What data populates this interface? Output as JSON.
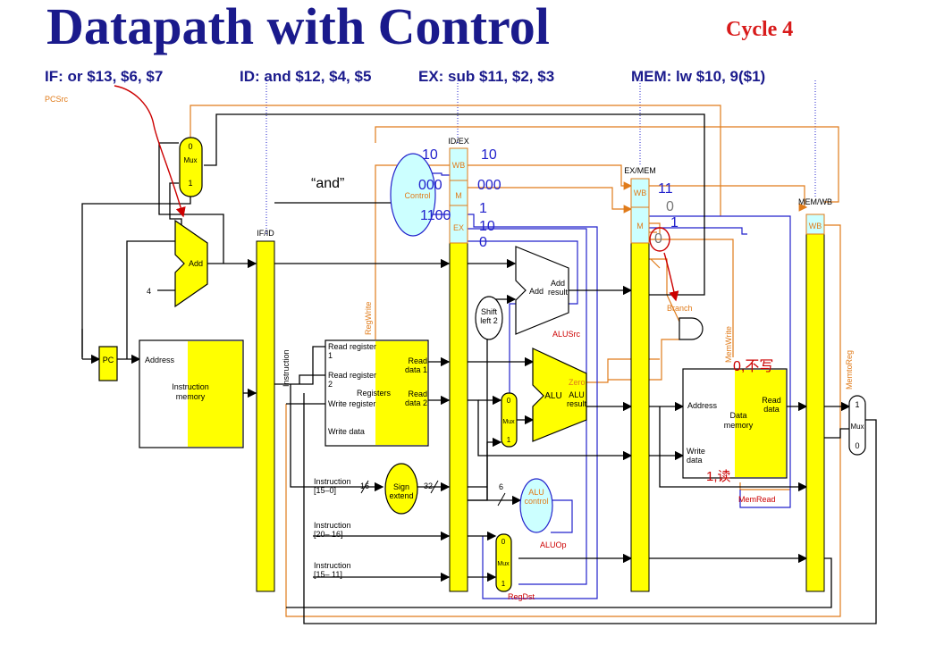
{
  "title": "Datapath with Control",
  "cycle": "Cycle 4",
  "stages": {
    "if": "IF: or $13, $6, $7",
    "id": "ID: and $12, $4, $5",
    "ex": "EX: sub $11, $2, $3",
    "mem": "MEM: lw $10, 9($1)"
  },
  "instruction_label": "“and”",
  "pipeline_registers": {
    "if_id": "IF/ID",
    "id_ex": "ID/EX",
    "ex_mem": "EX/MEM",
    "mem_wb": "MEM/WB",
    "instruction": "Instruction",
    "wb": "WB",
    "m": "M",
    "ex": "EX"
  },
  "control_values": {
    "id_in_wb": "10",
    "id_in_m": "000",
    "id_in_ex": "1100",
    "id_out_wb": "10",
    "id_out_m": "000",
    "id_out_ex_1": "1",
    "id_out_ex_2": "10",
    "id_out_ex_3": "0",
    "exmem_wb": "11",
    "exmem_m_1": "0",
    "exmem_m_2": "1",
    "exmem_m_3": "0"
  },
  "units": {
    "pc": "PC",
    "address": "Address",
    "instruction_memory": "Instruction memory",
    "add": "Add",
    "const_four": "4",
    "mux": "Mux",
    "mux_0": "0",
    "mux_1": "1",
    "control": "Control",
    "read_register_1": "Read register 1",
    "read_register_2": "Read register 2",
    "registers": "Registers",
    "write_register": "Write register",
    "write_data": "Write data",
    "read_data_1": "Read data 1",
    "read_data_2": "Read data 2",
    "sign_extend": "Sign extend",
    "bits_16": "16",
    "bits_32": "32",
    "bits_6": "6",
    "shift_left_2": "Shift left 2",
    "add_result": "Add result",
    "alu": "ALU",
    "alu_result": "ALU result",
    "zero": "Zero",
    "alu_control": "ALU control",
    "data_memory": "Data memory",
    "read_data": "Read data",
    "instr_15_0": "Instruction [15–0]",
    "instr_20_16": "Instruction [20– 16]",
    "instr_15_11": "Instruction [15– 11]"
  },
  "signals": {
    "pcsrc": "PCSrc",
    "regwrite": "RegWrite",
    "alusrc": "ALUSrc",
    "aluop": "ALUOp",
    "regdst": "RegDst",
    "branch": "Branch",
    "memwrite": "MemWrite",
    "memread": "MemRead",
    "memtoreg": "MemtoReg"
  },
  "annotations": {
    "mem_read_note": "0,不写",
    "mem_write_note": "1,读"
  },
  "colors": {
    "title": "#1a1a8c",
    "cycle": "#d81b1b",
    "yellow": "#ffff00",
    "cyan": "#ccffff",
    "orange": "#e07b1a",
    "blue": "#2222cc",
    "red_ink": "#cc0000"
  }
}
